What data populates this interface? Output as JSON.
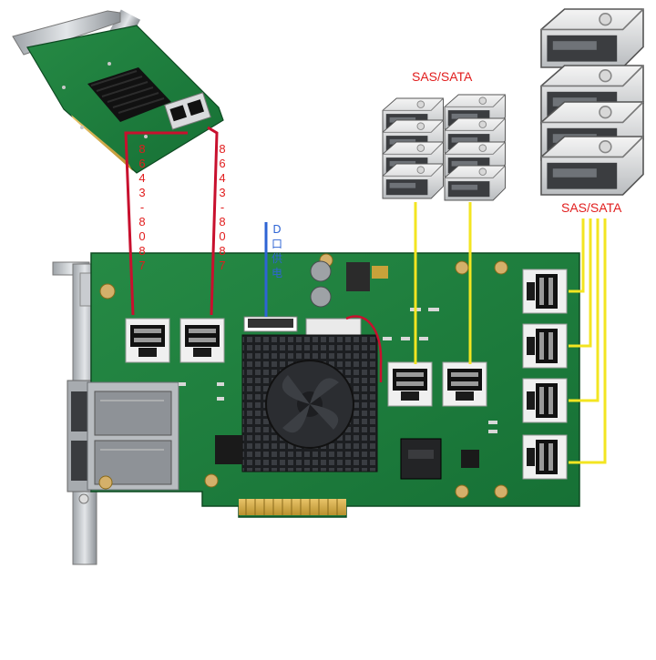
{
  "labels": {
    "cable_left": "8643-8087",
    "cable_right": "8643-8087",
    "power_note": "D口供电",
    "sas_sata_top": "SAS/SATA",
    "sas_sata_right": "SAS/SATA"
  },
  "colors": {
    "pcb_green": "#1f7a3a",
    "pcb_dark": "#145a2a",
    "red_cable": "#c8102e",
    "yellow_cable": "#f3e521",
    "blue_cable": "#2e64d4",
    "label_red": "#e11d1d"
  },
  "drives": {
    "top_group_count": 8,
    "right_group_count": 4
  }
}
